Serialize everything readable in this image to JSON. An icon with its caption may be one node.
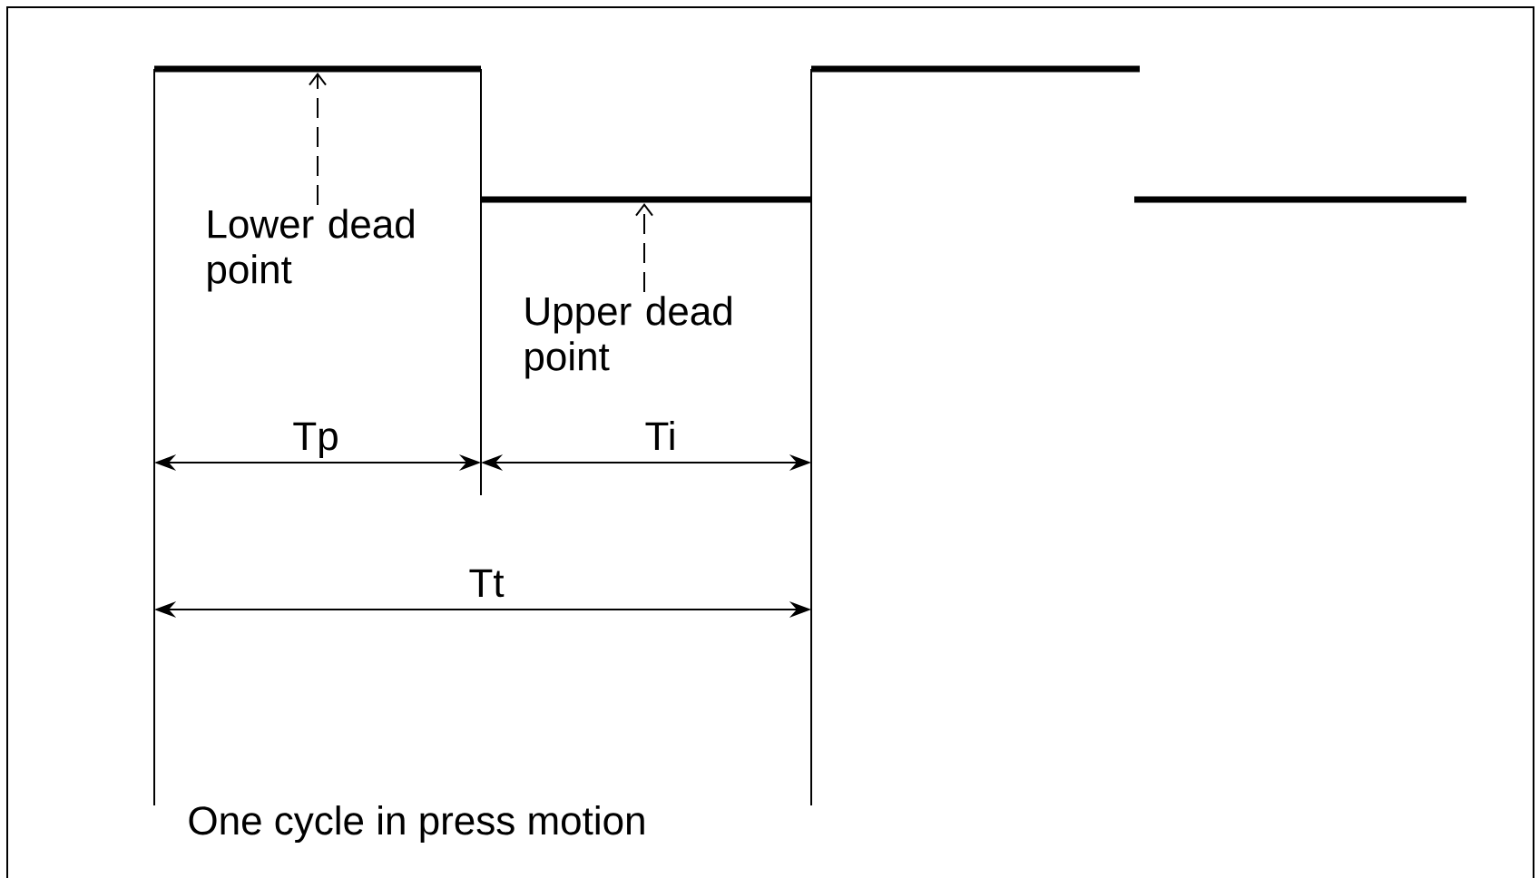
{
  "diagram": {
    "nodes": [
      {
        "text": [],
        "shape": "bar"
      },
      {
        "text": [
          "Lower dead point"
        ]
      },
      {
        "text": [],
        "shape": "bar"
      },
      {
        "text": [
          "Upper dead point"
        ]
      },
      {
        "text": [],
        "shape": "bar"
      },
      {
        "text": [],
        "shape": "bar"
      }
    ],
    "edges": [
      {
        "from": 1,
        "to": 0,
        "arrow": "to",
        "style": "dashed"
      },
      {
        "from": 3,
        "to": 2,
        "arrow": "to",
        "style": "dashed"
      }
    ],
    "labels": [
      "Tp",
      "Ti",
      "Tt",
      "One cycle in press motion"
    ]
  }
}
